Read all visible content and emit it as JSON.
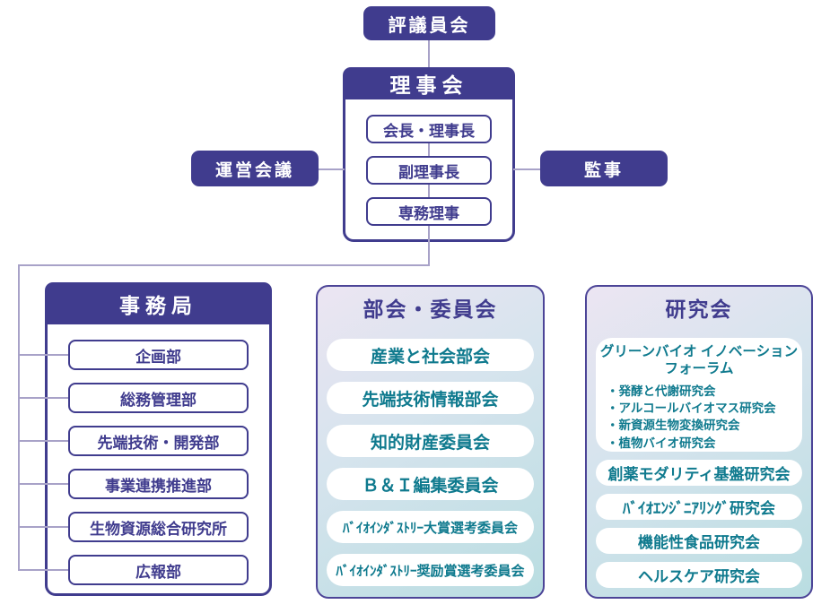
{
  "org": {
    "council_label": "評議員会",
    "board": {
      "title": "理事会",
      "positions": [
        "会長・理事長",
        "副理事長",
        "専務理事"
      ]
    },
    "management_meeting_label": "運営会議",
    "auditor_label": "監事",
    "secretariat": {
      "title": "事務局",
      "departments": [
        "企画部",
        "総務管理部",
        "先端技術・開発部",
        "事業連携推進部",
        "生物資源総合研究所",
        "広報部"
      ]
    },
    "committees": {
      "title": "部会・委員会",
      "items": [
        "産業と社会部会",
        "先端技術情報部会",
        "知的財産委員会",
        "Ｂ＆Ｉ編集委員会",
        "ﾊﾞｲｵｲﾝﾀﾞｽﾄﾘｰ大賞選考委員会",
        "ﾊﾞｲｵｲﾝﾀﾞｽﾄﾘｰ奨励賞選考委員会"
      ]
    },
    "study_groups": {
      "title": "研究会",
      "forum": {
        "title_line1": "グリーンバイオ イノベーション",
        "title_line2": "フォーラム",
        "members": [
          "・発酵と代謝研究会",
          "・アルコールバイオマス研究会",
          "・新資源生物変換研究会",
          "・植物バイオ研究会"
        ]
      },
      "items": [
        "創薬モダリティ基盤研究会",
        "ﾊﾞｲｵｴﾝｼﾞﾆｱﾘﾝｸﾞ研究会",
        "機能性食品研究会",
        "ヘルスケア研究会"
      ]
    }
  },
  "colors": {
    "primary": "#403c8e",
    "teal": "#0f7a8e",
    "connector": "#a8a2c8",
    "panel_border": "#4c4497",
    "grad_start": "#ece5f2",
    "grad_mid": "#d7e4ee",
    "grad_end": "#b9dde1"
  }
}
